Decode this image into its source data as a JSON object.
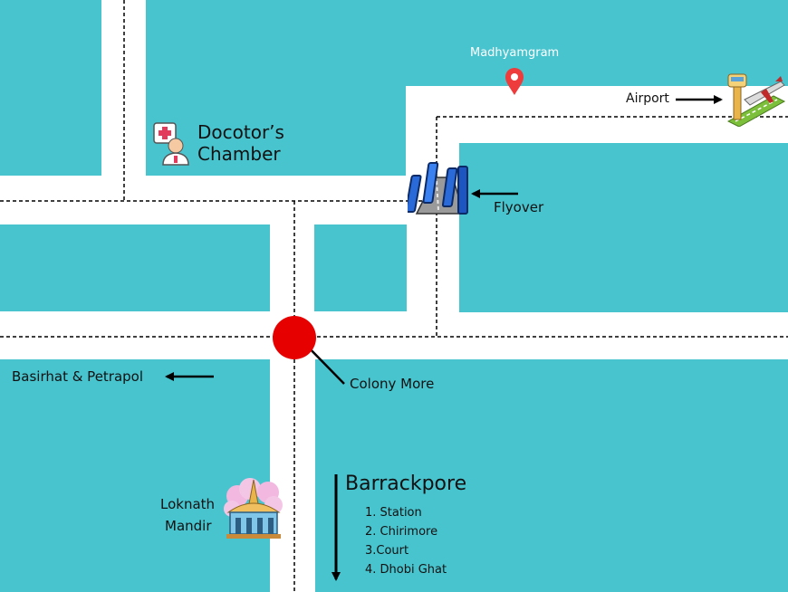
{
  "colors": {
    "block": "#48c4cf",
    "road": "#ffffff",
    "marker": "#e60000",
    "pin": "#ee3b3b"
  },
  "places": {
    "madhyamgram": "Madhyamgram",
    "airport": "Airport",
    "doctors_chamber_line1": "Docotor’s",
    "doctors_chamber_line2": "Chamber",
    "flyover": "Flyover",
    "basirhat": "Basirhat & Petrapol",
    "colony_more": "Colony More",
    "loknath_line1": "Loknath",
    "loknath_line2": "Mandir",
    "barrackpore": {
      "title": "Barrackpore",
      "stops": [
        "1. Station",
        "2. Chirimore",
        "3.Court",
        "4. Dhobi Ghat"
      ]
    }
  },
  "icons": [
    "location-pin-icon",
    "airport-icon",
    "doctor-icon",
    "flyover-icon",
    "temple-icon"
  ]
}
